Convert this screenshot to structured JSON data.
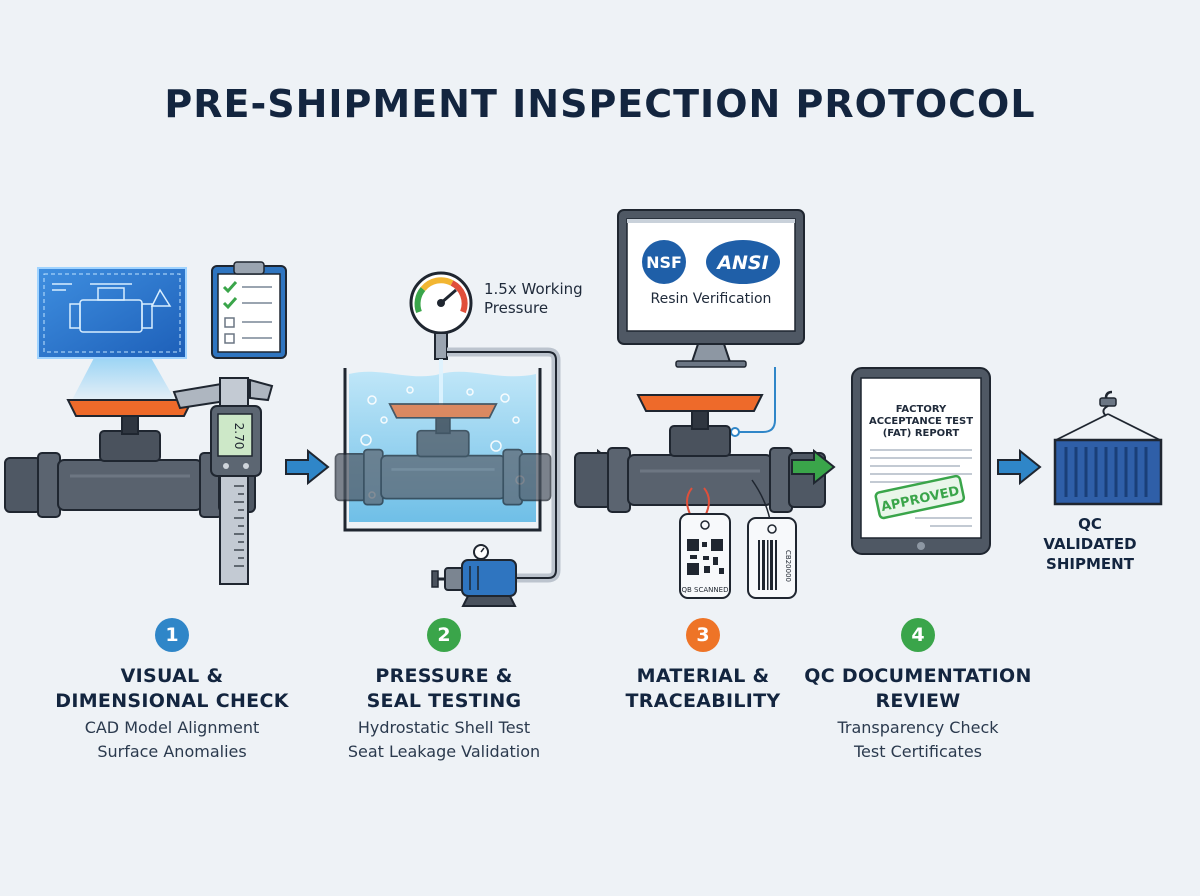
{
  "title": "PRE-SHIPMENT INSPECTION PROTOCOL",
  "pressure_label": [
    "1.5x Working",
    "Pressure"
  ],
  "monitor": {
    "logo_1": "NSF",
    "logo_2": "ANSI",
    "caption": "Resin Verification"
  },
  "caliper_reading": "2.70",
  "tag_qr_text": "QB SCANNED",
  "tag_barcode_text": "CB20000",
  "report": {
    "title_lines": [
      "FACTORY",
      "ACCEPTANCE TEST",
      "(FAT) REPORT"
    ],
    "stamp": "APPROVED"
  },
  "shipment_label": [
    "QC VALIDATED",
    "SHIPMENT"
  ],
  "steps": [
    {
      "number": "1",
      "title_lines": [
        "VISUAL &",
        "DIMENSIONAL CHECK"
      ],
      "sub_lines": [
        "CAD Model Alignment",
        "Surface Anomalies"
      ],
      "color": "#2f86c8"
    },
    {
      "number": "2",
      "title_lines": [
        "PRESSURE &",
        "SEAL TESTING"
      ],
      "sub_lines": [
        "Hydrostatic Shell Test",
        "Seat Leakage Validation"
      ],
      "color": "#3aa54a"
    },
    {
      "number": "3",
      "title_lines": [
        "MATERIAL &",
        "TRACEABILITY"
      ],
      "sub_lines": [],
      "color": "#ee7427"
    },
    {
      "number": "4",
      "title_lines": [
        "QC DOCUMENTATION",
        "REVIEW"
      ],
      "sub_lines": [
        "Transparency Check",
        "Test Certificates"
      ],
      "color": "#3aa54a"
    }
  ],
  "colors": {
    "pvc_gray": "#4f5864",
    "handle_orange": "#ee6a2a",
    "arrow_blue": "#2f86c8",
    "arrow_green": "#3aa54a",
    "water": "#8ccfee"
  }
}
